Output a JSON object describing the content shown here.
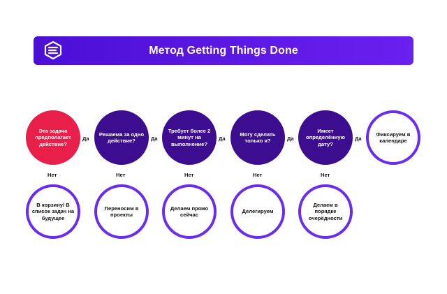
{
  "header": {
    "title": "Метод Getting Things Done",
    "logo_icon": "gtd-logo-icon"
  },
  "colors": {
    "header_bg": "#4b0fd6",
    "question_fill": "#3c0d8e",
    "first_question_fill": "#e71f49",
    "outcome_border": "#6a2df0"
  },
  "questions": [
    {
      "text": "Эта задача предполагает действие?"
    },
    {
      "text": "Решаема за одно действие?"
    },
    {
      "text": "Требует более 2 минут на выполнение?"
    },
    {
      "text": "Могу сделать только я?"
    },
    {
      "text": "Имеет определённую дату?"
    }
  ],
  "final_yes": {
    "text": "Фиксируем в календаре"
  },
  "no_outcomes": [
    {
      "text": "В корзину/ В список задач на будущее"
    },
    {
      "text": "Переносим в проекты"
    },
    {
      "text": "Делаем прямо сейчас"
    },
    {
      "text": "Делегируем"
    },
    {
      "text": "Делаем в порядке очерёдности"
    }
  ],
  "connectors": {
    "yes_label": "Да",
    "no_label": "Нет"
  }
}
